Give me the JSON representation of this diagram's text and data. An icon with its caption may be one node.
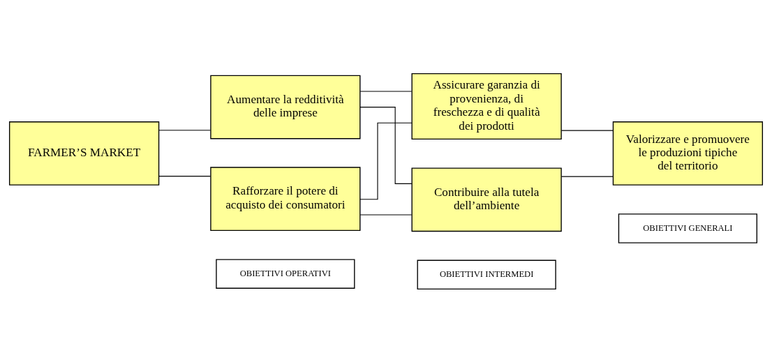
{
  "diagram": {
    "nodes": [
      {
        "text": [
          "OBIETTIVI OPERATIVI"
        ]
      },
      {
        "text": [
          "OBIETTIVI INTERMEDI"
        ]
      },
      {
        "text": [
          "OBIETTIVI GENERALI"
        ]
      },
      {
        "text": [
          "FARMER’S MARKET"
        ]
      },
      {
        "text": [
          "Aumentare la redditività delle imprese"
        ]
      },
      {
        "text": [
          "Rafforzare il potere di acquisto dei consumatori"
        ]
      },
      {
        "text": [
          "Assicurare garanzia di provenienza, di freschezza e di qualità dei prodotti"
        ]
      },
      {
        "text": [
          "Contribuire alla tutela dell’ambiente"
        ]
      },
      {
        "text": [
          "Valorizzare e promuovere le produzioni tipiche del territorio"
        ]
      }
    ],
    "edges": [
      {
        "from": 3,
        "to": 4,
        "arrow": "none"
      },
      {
        "from": 3,
        "to": 5,
        "arrow": "none"
      },
      {
        "from": 4,
        "to": 6,
        "arrow": "none"
      },
      {
        "from": 4,
        "to": 7,
        "arrow": "none"
      },
      {
        "from": 5,
        "to": 6,
        "arrow": "none"
      },
      {
        "from": 5,
        "to": 7,
        "arrow": "none"
      },
      {
        "from": 6,
        "to": 8,
        "arrow": "none"
      },
      {
        "from": 7,
        "to": 8,
        "arrow": "none"
      }
    ]
  }
}
